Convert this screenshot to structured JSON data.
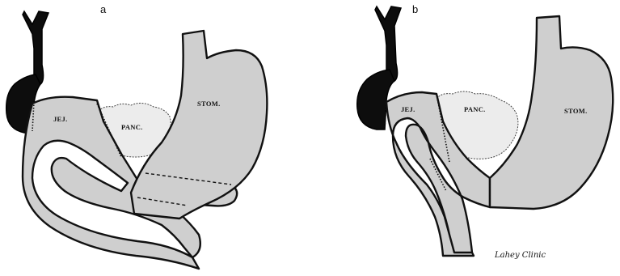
{
  "panels": [
    {
      "letter": "a",
      "labels": {
        "jejunum": "JEJ.",
        "pancreas": "PANC.",
        "stomach": "STOM."
      }
    },
    {
      "letter": "b",
      "labels": {
        "jejunum": "JEJ.",
        "pancreas": "PANC.",
        "stomach": "STOM."
      }
    }
  ],
  "signature": "Lahey Clinic"
}
